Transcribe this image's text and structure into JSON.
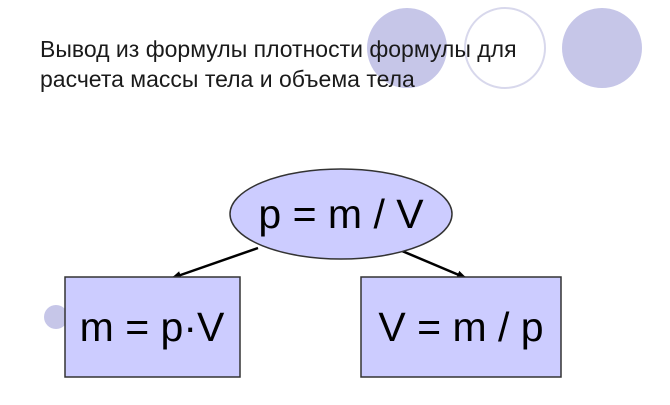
{
  "title_lines": [
    "Вывод из формулы плотности формулы для",
    "расчета массы тела и объема тела"
  ],
  "diagram": {
    "top_formula": "p = m / V",
    "left_formula": "m = p·V",
    "right_formula": "V = m / p"
  },
  "colors": {
    "shape_fill": "#CCCCFF",
    "shape_stroke": "#333333",
    "decor_fill": "#C6C6E8",
    "decor_outline": "#D8D8EC",
    "arrow": "#000000"
  }
}
